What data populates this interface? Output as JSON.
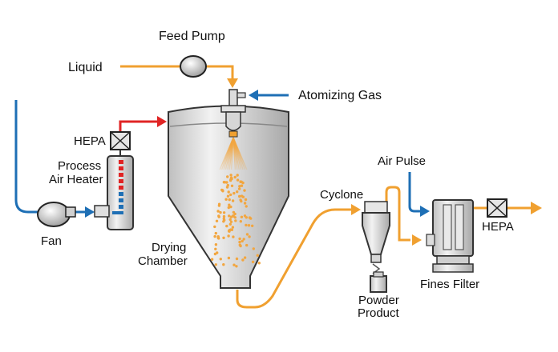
{
  "labels": {
    "feed_pump": "Feed Pump",
    "liquid": "Liquid",
    "atomizing_gas": "Atomizing Gas",
    "hepa_left": "HEPA",
    "process_air_heater_1": "Process",
    "process_air_heater_2": "Air Heater",
    "fan": "Fan",
    "drying_chamber_1": "Drying",
    "drying_chamber_2": "Chamber",
    "cyclone": "Cyclone",
    "air_pulse": "Air Pulse",
    "hepa_right": "HEPA",
    "fines_filter": "Fines Filter",
    "powder_product_1": "Powder",
    "powder_product_2": "Product"
  },
  "colors": {
    "liquid_line": "#F0A030",
    "gas_line": "#1E6FB5",
    "hot_air_line": "#E02424",
    "equipment_fill": "#D9D9D9",
    "equipment_stroke": "#333333",
    "spray": "#F2A640"
  }
}
